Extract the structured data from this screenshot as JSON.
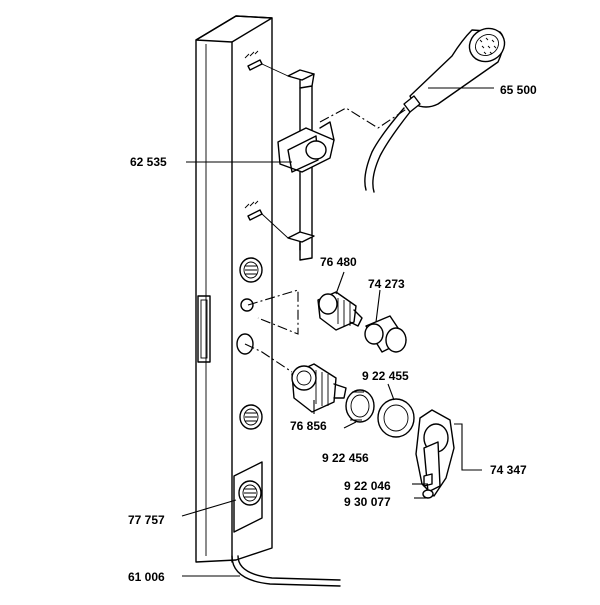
{
  "part_numbers": {
    "hand_shower": "65 500",
    "slide_holder": "62 535",
    "thermo_cartridge": "76 480",
    "cap": "74 273",
    "nut_ring": "9 22 455",
    "mixer_cartridge": "76 856",
    "seal_ring": "9 22 456",
    "lever_handle": "74 347",
    "screw_small": "9 22 046",
    "plug_small": "9 30 077",
    "body_jet": "77 757",
    "hose": "61 006"
  }
}
